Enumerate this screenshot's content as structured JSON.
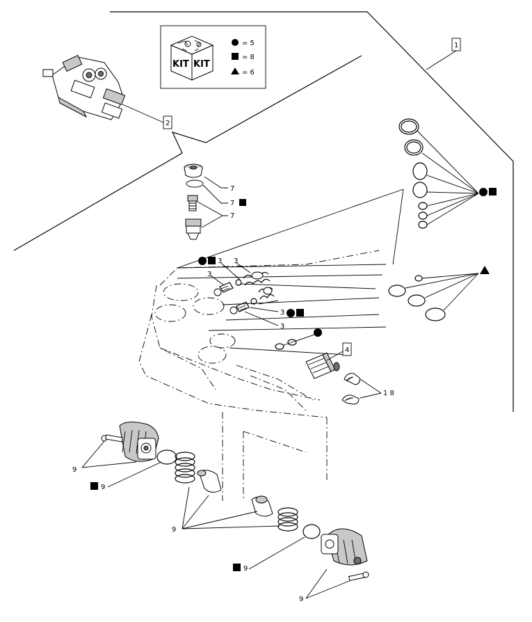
{
  "kit_legend": {
    "kit_label_left": "KIT",
    "kit_label_right": "KIT",
    "circle_qty": "= 5",
    "square_qty": "= 8",
    "triangle_qty": "= 6"
  },
  "callouts": {
    "assembly_main": "1",
    "assembly_section": "2",
    "cap_top": "7",
    "oring_top": "7",
    "fitting_top": "7",
    "spring_upper_a": "3",
    "spring_upper_b": "3",
    "ball_left": "3",
    "plug_lower_a": "3",
    "plug_lower_b": "3",
    "spool_valve": "4",
    "bracket_clips": "1 8",
    "cover_bolt_left": "9",
    "oring_left": "9",
    "spring_group": "9",
    "oring_right": "9",
    "cover_bolt_right": "9"
  }
}
